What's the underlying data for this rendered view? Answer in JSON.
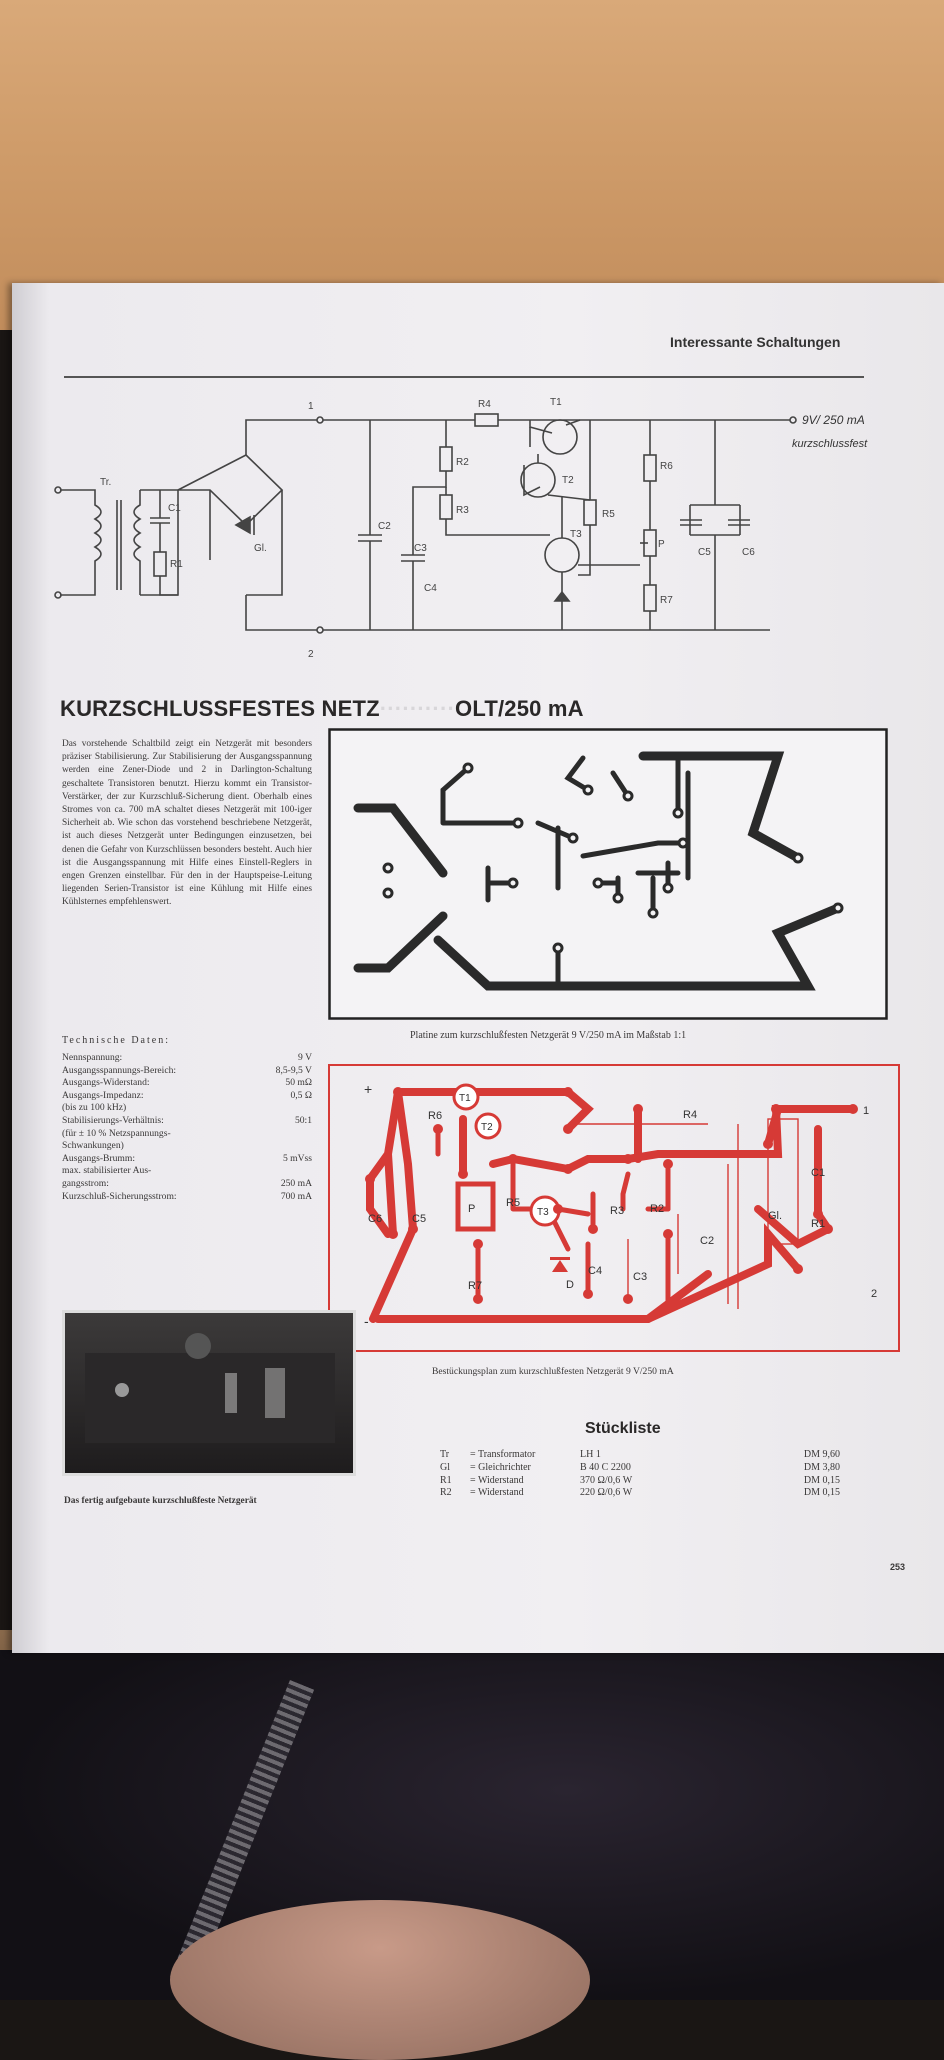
{
  "header": {
    "section": "Interessante Schaltungen"
  },
  "schematic": {
    "output_label": "9V/ 250 mA",
    "output_note": "kurzschlussfest",
    "labels": [
      "Tr.",
      "C1",
      "R1",
      "Gl.",
      "1",
      "2",
      "C2",
      "C3",
      "C4",
      "R2",
      "R3",
      "R4",
      "T1",
      "T2",
      "T3",
      "R6",
      "R5",
      "R7",
      "P",
      "C5",
      "C6"
    ]
  },
  "article": {
    "headline": "KURZSCHLUSSFESTES NETZ",
    "headline_tail": "OLT/250 mA",
    "body": "Das vorstehende Schaltbild zeigt ein Netzgerät mit besonders präziser Stabilisierung. Zur Stabilisierung der Ausgangsspannung werden eine Zener-Diode und 2 in Darlington-Schaltung geschaltete Transistoren benutzt. Hierzu kommt ein Transistor-Verstärker, der zur Kurzschluß-Sicherung dient. Oberhalb eines Stromes von ca. 700 mA schaltet dieses Netzgerät mit 100-iger Sicherheit ab. Wie schon das vorstehend beschriebene Netzgerät, ist auch dieses Netzgerät unter Bedingungen einzusetzen, bei denen die Gefahr von Kurzschlüssen besonders besteht. Auch hier ist die Ausgangsspannung mit Hilfe eines Einstell-Reglers in engen Grenzen einstellbar. Für den in der Hauptspeise-Leitung liegenden Serien-Transistor ist eine Kühlung mit Hilfe eines Kühlsternes empfehlenswert.",
    "tech_title": "Technische Daten:",
    "specs": [
      {
        "label": "Nennspannung:",
        "value": "9 V"
      },
      {
        "label": "Ausgangsspannungs-Bereich:",
        "value": "8,5-9,5 V"
      },
      {
        "label": "Ausgangs-Widerstand:",
        "value": "50 mΩ"
      },
      {
        "label": "Ausgangs-Impedanz:",
        "value": "0,5 Ω"
      },
      {
        "label": "(bis zu 100 kHz)",
        "value": ""
      },
      {
        "label": "Stabilisierungs-Verhältnis:",
        "value": "50:1"
      },
      {
        "label": "(für ± 10 % Netzspannungs-",
        "value": ""
      },
      {
        "label": "Schwankungen)",
        "value": ""
      },
      {
        "label": "Ausgangs-Brumm:",
        "value": "5 mVss"
      },
      {
        "label": "max. stabilisierter Aus-",
        "value": ""
      },
      {
        "label": "gangsstrom:",
        "value": "250 mA"
      },
      {
        "label": "Kurzschluß-Sicherungsstrom:",
        "value": "700 mA"
      }
    ]
  },
  "pcb": {
    "caption": "Platine zum kurzschlußfesten Netzgerät 9 V/250 mA im Maßstab 1:1"
  },
  "layout_plan": {
    "caption": "Bestückungsplan zum kurzschlußfesten Netzgerät 9 V/250 mA",
    "labels": [
      "+",
      "-",
      "T1",
      "T2",
      "T3",
      "R4",
      "R5",
      "R6",
      "R3",
      "R2",
      "C1",
      "C2",
      "C3",
      "C4",
      "C5",
      "C6",
      "Gl.",
      "R1",
      "R7",
      "P",
      "D",
      "1",
      "2"
    ]
  },
  "photo": {
    "caption": "Das fertig aufgebaute kurzschlußfeste Netzgerät"
  },
  "parts_list": {
    "title": "Stückliste",
    "rows": [
      {
        "ref": "Tr",
        "name": "= Transformator",
        "type": "LH 1",
        "price": "DM 9,60"
      },
      {
        "ref": "Gl",
        "name": "= Gleichrichter",
        "type": "B 40 C 2200",
        "price": "DM 3,80"
      },
      {
        "ref": "R1",
        "name": "= Widerstand",
        "type": "370 Ω/0,6 W",
        "price": "DM 0,15"
      },
      {
        "ref": "R2",
        "name": "= Widerstand",
        "type": "220 Ω/0,6 W",
        "price": "DM 0,15"
      }
    ]
  },
  "footer": {
    "page_number": "253"
  }
}
